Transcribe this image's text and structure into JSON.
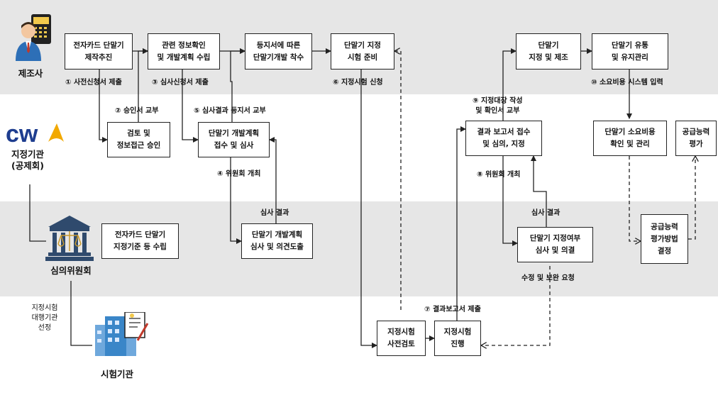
{
  "actors": {
    "manufacturer": "제조사",
    "designator": "지정기관\n(공제회)",
    "committee": "심의위원회",
    "test_lab": "시험기관"
  },
  "logo_text": "cw",
  "boxes": {
    "b1": "전자카드 단말기\n제작추진",
    "b2": "관련 정보확인\n및 개발계획 수립",
    "b3": "등지서에 따른\n단말기개발 착수",
    "b4": "단말기 지정\n시험 준비",
    "b5": "단말기\n지정 및 제조",
    "b6": "단말기 유통\n및 유지관리",
    "b7": "검토 및\n정보접근 승인",
    "b8": "단말기 개발계획\n접수 및 심사",
    "b9": "결과 보고서 접수\n및 심의, 지정",
    "b10": "단말기 소요비용\n확인 및 관리",
    "b11": "공급능력\n평가",
    "b12": "전자카드 단말기\n지정기준 등 수립",
    "b13": "단말기 개발계획\n심사 및 의견도출",
    "b14": "단말기 지정여부\n심사 및 의결",
    "b15": "공급능력\n평가방법\n결정",
    "b16": "지정시험\n사전검토",
    "b17": "지정시험\n진행"
  },
  "labels": {
    "l1": "① 사전신청서 제출",
    "l2": "② 승인서 교부",
    "l3": "③ 심사신청서 제출",
    "l4": "⑤ 심사결과 등지서 교부",
    "l5": "④ 위원회 개최",
    "l6": "심사 결과",
    "l7": "⑥ 지정시험 신청",
    "l8": "⑨ 지정대장 작성\n및 확인서 교부",
    "l9": "⑩ 소요비용 시스템 입력",
    "l10": "⑧ 위원회 개최",
    "l11": "심사 결과",
    "l12": "수정 및 보완 요청",
    "l13": "⑦ 결과보고서 제출",
    "l14": "지정시험\n대행기관\n선정"
  },
  "colors": {
    "band_gray": "#e6e6e6",
    "logo_blue": "#1e3d8f",
    "logo_gold": "#f2a900",
    "building_blue": "#3a86c8"
  },
  "icons": [
    "manufacturer-person-icon",
    "cw-logo-icon",
    "courthouse-icon",
    "office-building-icon"
  ]
}
